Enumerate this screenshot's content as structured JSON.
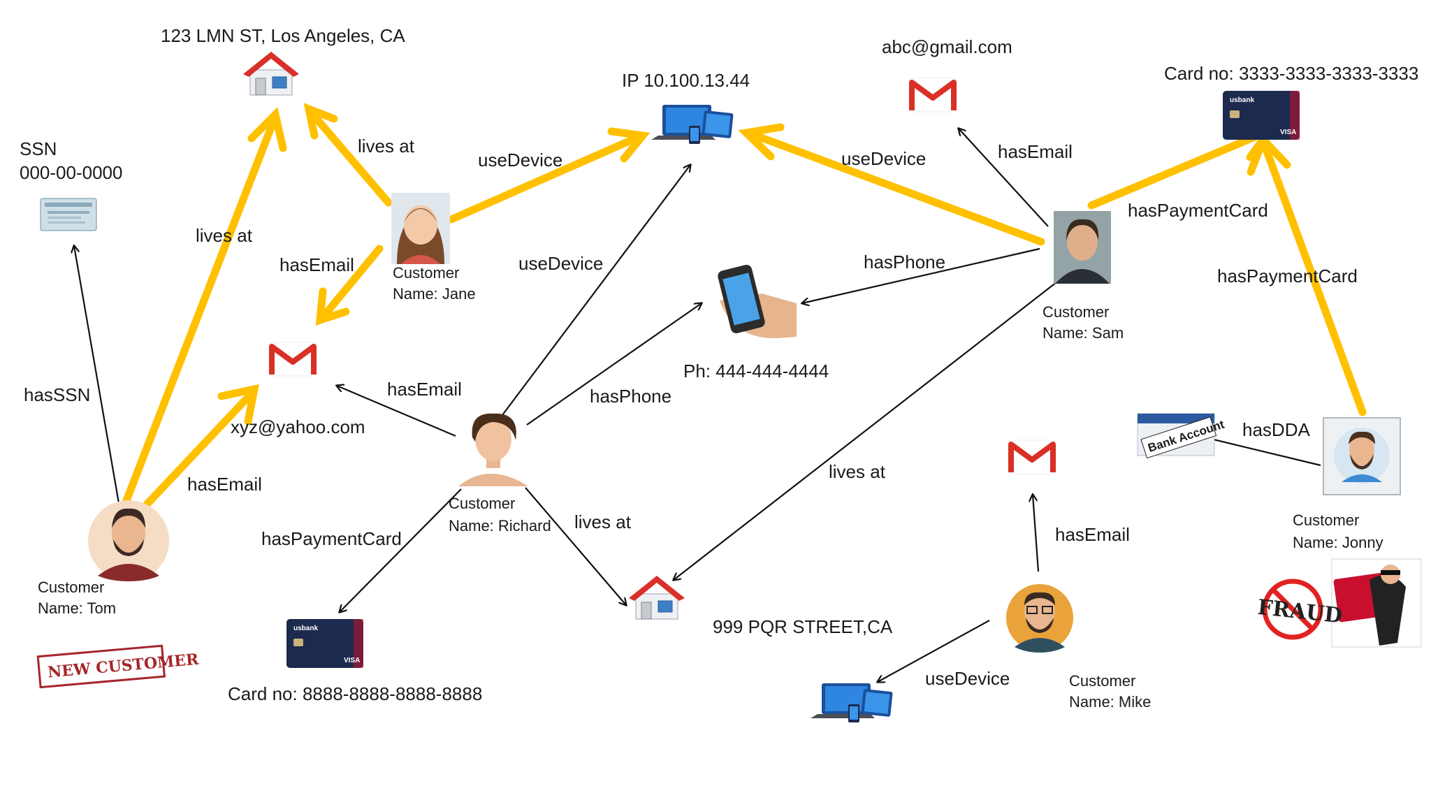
{
  "colors": {
    "highlight_edge": "#FFC000",
    "plain_edge": "#111111",
    "gmail_red": "#D93025",
    "house_roof": "#D9302A",
    "card_navy": "#1C2A4E"
  },
  "nodes": {
    "addr_la": "123 LMN ST, Los Angeles, CA",
    "ssn_label": "SSN",
    "ssn_value": "000-00-0000",
    "ip": "IP 10.100.13.44",
    "email_abc": "abc@gmail.com",
    "card_3333": "Card no: 3333-3333-3333-3333",
    "email_xyz": "xyz@yahoo.com",
    "phone": "Ph: 444-444-4444",
    "addr_pqr": "999 PQR STREET,CA",
    "card_8888": "Card no: 8888-8888-8888-8888",
    "bank_account": "Bank Account",
    "card_brand": "usbank",
    "card_network": "VISA",
    "new_customer_stamp": "NEW CUSTOMER",
    "fraud_stamp": "FRAUD"
  },
  "customers": {
    "jane": {
      "line1": "Customer",
      "line2": "Name: Jane"
    },
    "richard": {
      "line1": "Customer",
      "line2": "Name: Richard"
    },
    "sam": {
      "line1": "Customer",
      "line2": "Name: Sam"
    },
    "tom": {
      "line1": "Customer",
      "line2": "Name: Tom"
    },
    "mike": {
      "line1": "Customer",
      "line2": "Name: Mike"
    },
    "jonny": {
      "line1": "Customer",
      "line2": "Name: Jonny"
    }
  },
  "edges": {
    "jane_lives_at": "lives at",
    "jane_use_device": "useDevice",
    "jane_has_email": "hasEmail",
    "tom_lives_at": "lives at",
    "tom_has_ssn": "hasSSN",
    "tom_has_email": "hasEmail",
    "richard_use_device": "useDevice",
    "richard_has_email": "hasEmail",
    "richard_has_phone": "hasPhone",
    "richard_has_card": "hasPaymentCard",
    "richard_lives_at": "lives at",
    "sam_use_device": "useDevice",
    "sam_has_email": "hasEmail",
    "sam_has_card": "hasPaymentCard",
    "sam_has_phone": "hasPhone",
    "sam_lives_at": "lives at",
    "mike_has_email": "hasEmail",
    "mike_use_device": "useDevice",
    "jonny_has_dda": "hasDDA",
    "jonny_has_card": "hasPaymentCard"
  }
}
